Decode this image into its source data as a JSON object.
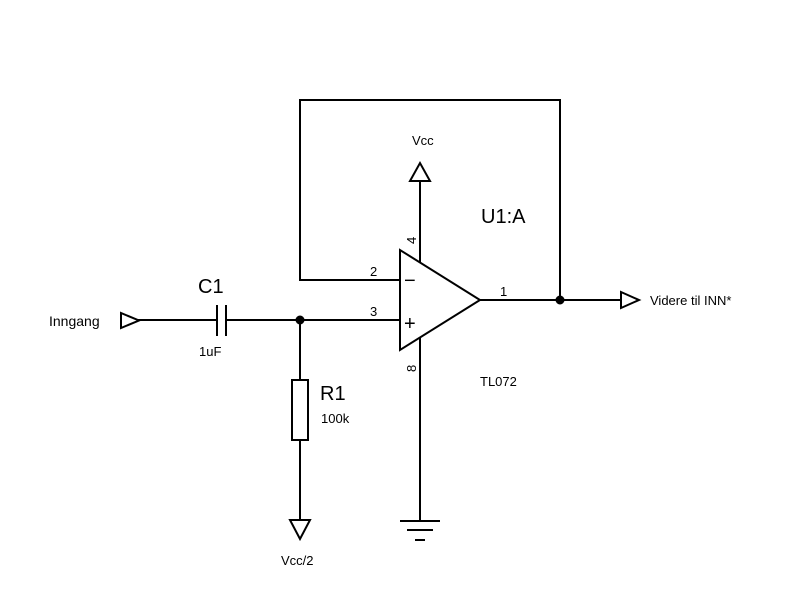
{
  "input": {
    "label": "Inngang"
  },
  "output": {
    "label": "Videre til INN*"
  },
  "capacitor": {
    "ref": "C1",
    "value": "1uF"
  },
  "resistor": {
    "ref": "R1",
    "value": "100k"
  },
  "opamp": {
    "ref": "U1:A",
    "part": "TL072",
    "pins": {
      "inverting": "2",
      "noninverting": "3",
      "output": "1",
      "vplus": "4",
      "vminus": "8"
    },
    "inverting_symbol": "−",
    "noninverting_symbol": "+"
  },
  "supply": {
    "vcc": "Vcc",
    "bias": "Vcc/2"
  },
  "colors": {
    "ink": "#000000",
    "background": "#ffffff"
  }
}
